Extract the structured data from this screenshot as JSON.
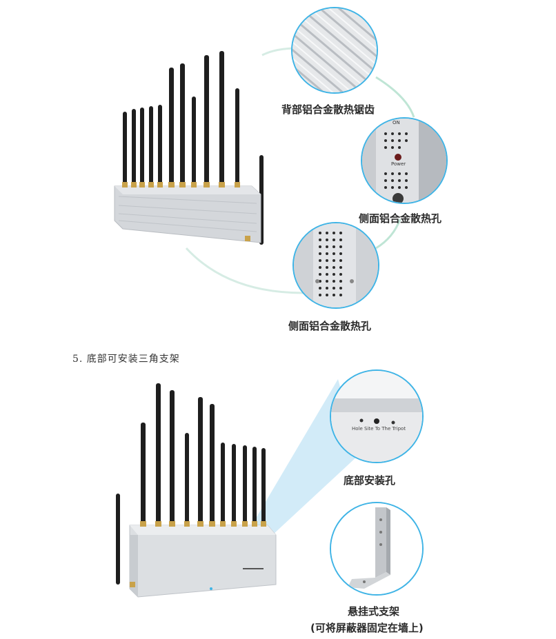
{
  "section1": {
    "callouts": [
      {
        "label": "背部铝合金散热锯齿",
        "icon": "heatsink-fins-closeup"
      },
      {
        "label": "侧面铝合金散热孔",
        "icon": "side-power-panel-closeup",
        "panel_text_top": "ON",
        "panel_text_power": "Power"
      },
      {
        "label": "侧面铝合金散热孔",
        "icon": "side-vent-holes-closeup"
      }
    ]
  },
  "step_heading": "5.  底部可安装三角支架",
  "section2": {
    "callouts": [
      {
        "label": "底部安装孔",
        "icon": "bottom-mount-holes-closeup",
        "panel_text": "Hole Site To The Tripot"
      },
      {
        "label": "悬挂式支架",
        "sublabel": "(可将屏蔽器固定在墙上)",
        "icon": "wall-bracket-closeup"
      }
    ]
  },
  "colors": {
    "ring_blue": "#3fb4e6",
    "arc_green": "#c8e8dc",
    "antenna": "#1e1e1e",
    "aluminum": "#d4d7db"
  }
}
